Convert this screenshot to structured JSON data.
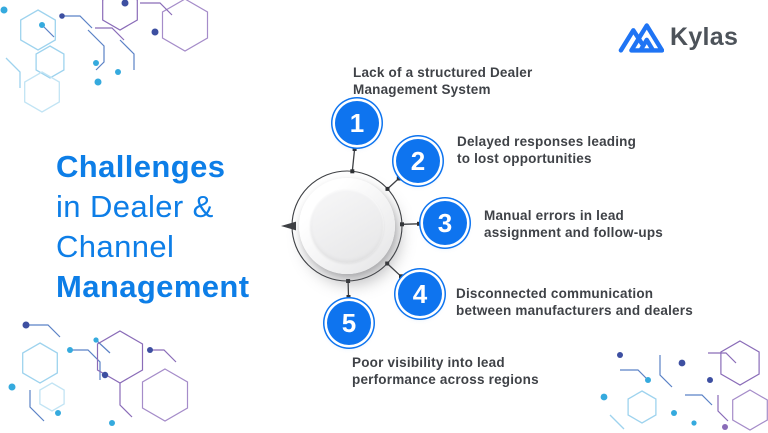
{
  "branding": {
    "name": "Kylas"
  },
  "title": {
    "line1": "Challenges",
    "line2": "in Dealer &",
    "line3": "Channel",
    "line4": "Management"
  },
  "items": [
    {
      "number": "1",
      "line1": "Lack of a structured Dealer",
      "line2": "Management System"
    },
    {
      "number": "2",
      "line1": "Delayed responses leading",
      "line2": "to lost opportunities"
    },
    {
      "number": "3",
      "line1": "Manual errors in lead",
      "line2": "assignment and follow-ups"
    },
    {
      "number": "4",
      "line1": "Disconnected communication",
      "line2": "between manufacturers and dealers"
    },
    {
      "number": "5",
      "line1": "Poor visibility into lead",
      "line2": "performance across regions"
    }
  ],
  "colors": {
    "title_blue": "#0d7ee7",
    "badge_blue": "#0e74ef",
    "text_dark": "#3f4247",
    "logo_text": "#4d535a",
    "decor_light_blue": "#9ed3ee",
    "decor_steel_blue": "#5b82c6",
    "decor_purple": "#8a6cb8",
    "decor_navy": "#3d4fa1",
    "decor_sky": "#35aade"
  }
}
